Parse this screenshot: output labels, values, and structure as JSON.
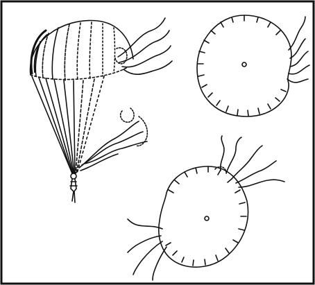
{
  "illustration": {
    "colors": {
      "ink": "#111111",
      "paper": "#ffffff"
    },
    "panels": [
      {
        "id": "side-view",
        "icon": "parachute-side-view"
      },
      {
        "id": "top-view-upper",
        "icon": "canopy-top-view"
      },
      {
        "id": "top-view-lower",
        "icon": "canopy-top-view"
      }
    ]
  }
}
